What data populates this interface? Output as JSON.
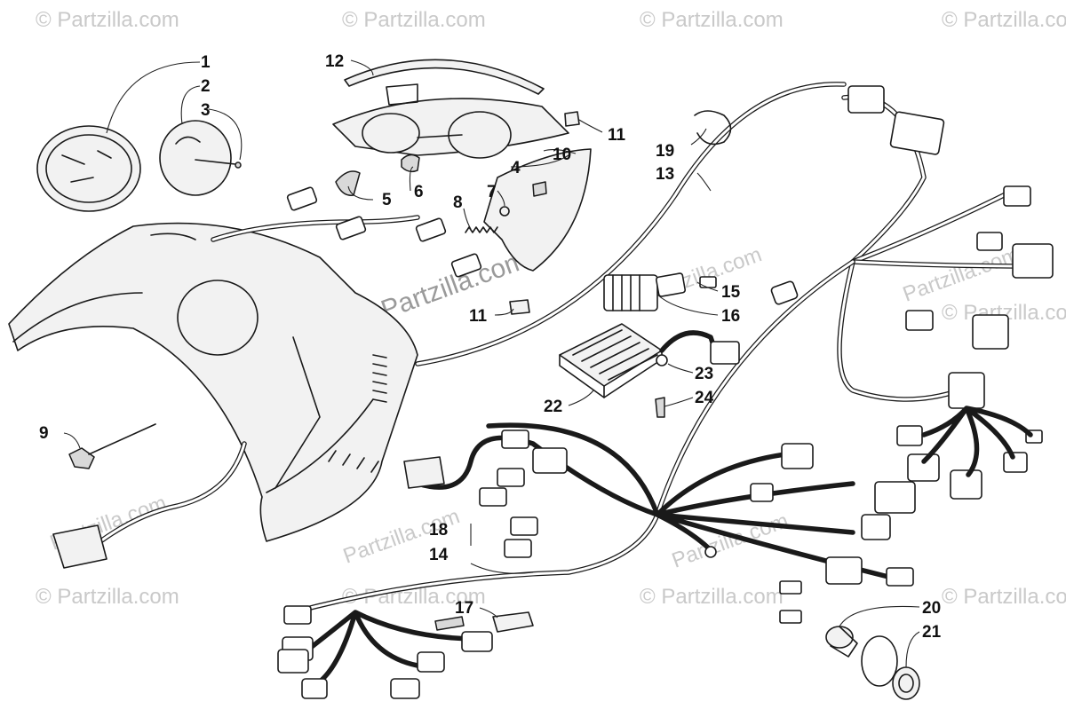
{
  "watermarks": {
    "small": "© Partzilla.com",
    "large": "© Partzilla.com",
    "diag": "Partzilla.com"
  },
  "callouts": [
    "1",
    "2",
    "3",
    "4",
    "5",
    "6",
    "7",
    "8",
    "9",
    "10",
    "11",
    "11",
    "12",
    "13",
    "14",
    "15",
    "16",
    "17",
    "18",
    "19",
    "20",
    "21",
    "22",
    "23",
    "24"
  ]
}
